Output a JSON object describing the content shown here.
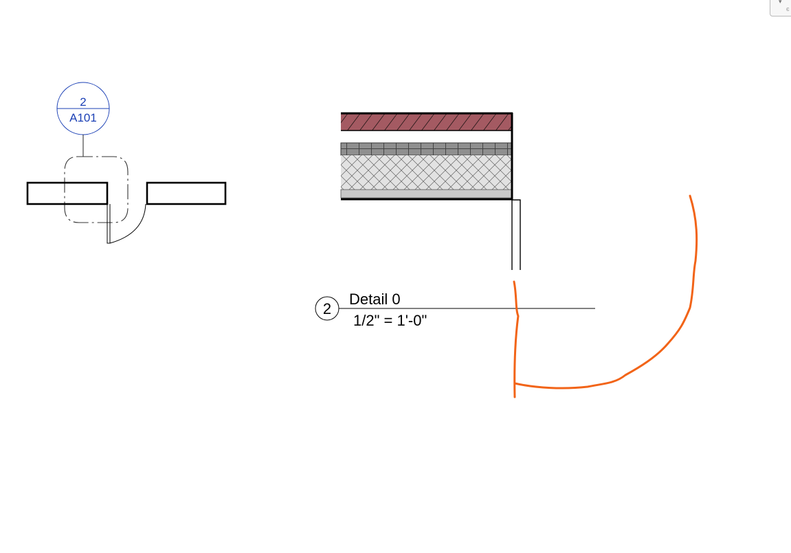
{
  "section_tag": {
    "detail_number": "2",
    "sheet_number": "A101",
    "color": "#1a3fb5"
  },
  "view_title": {
    "detail_number": "2",
    "name": "Detail 0",
    "scale": "1/2\" = 1'-0\""
  },
  "wall_layers": {
    "finish_color": "#a45a62",
    "structure_pattern": "cross-hatch",
    "masonry_pattern": "block"
  },
  "markup": {
    "stroke_color": "#f26418"
  },
  "corner_control": {
    "icon_top": "chevron-down-icon",
    "icon_bottom": "zoom-icon"
  }
}
